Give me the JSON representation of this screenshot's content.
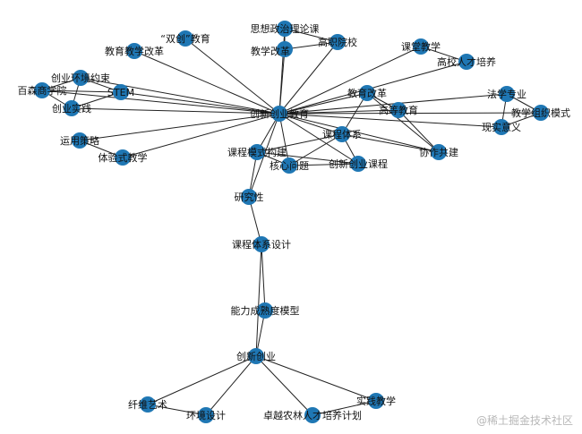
{
  "network": {
    "nodes": [
      {
        "id": "core",
        "label": "创新创业教育"
      },
      {
        "id": "shuangchuang",
        "label": "“双创”教育"
      },
      {
        "id": "sizheng",
        "label": "思想政治理论课"
      },
      {
        "id": "gaozhi",
        "label": "高职院校"
      },
      {
        "id": "jiaoxuegaige",
        "label": "教学改革"
      },
      {
        "id": "jiaoyujiaoxue",
        "label": "教育教学改革"
      },
      {
        "id": "ketang",
        "label": "课堂教学"
      },
      {
        "id": "rencai",
        "label": "高校人才培养"
      },
      {
        "id": "huanjing",
        "label": "创业环境约束"
      },
      {
        "id": "baisen",
        "label": "百森商学院"
      },
      {
        "id": "stem",
        "label": "STEM"
      },
      {
        "id": "shijian",
        "label": "创业实践"
      },
      {
        "id": "jiaoyugaige",
        "label": "教育改革"
      },
      {
        "id": "faxue",
        "label": "法学专业"
      },
      {
        "id": "gaodeng",
        "label": "高等教育"
      },
      {
        "id": "zuhe",
        "label": "教学组织模式"
      },
      {
        "id": "xianshi",
        "label": "现实意义"
      },
      {
        "id": "yunyong",
        "label": "运用策略"
      },
      {
        "id": "tiyan",
        "label": "体验式教学"
      },
      {
        "id": "kechengtixi",
        "label": "课程体系"
      },
      {
        "id": "moshi",
        "label": "课程模式构建"
      },
      {
        "id": "hexin",
        "label": "核心问题"
      },
      {
        "id": "chuangxinkecheng",
        "label": "创新创业课程"
      },
      {
        "id": "xiezuo",
        "label": "协作共建"
      },
      {
        "id": "yanjiu",
        "label": "研究性"
      },
      {
        "id": "sheji",
        "label": "课程体系设计"
      },
      {
        "id": "nengli",
        "label": "能力成熟度模型"
      },
      {
        "id": "chuangye",
        "label": "创新创业"
      },
      {
        "id": "xianwei",
        "label": "纤维艺术"
      },
      {
        "id": "huanjingsheji",
        "label": "环境设计"
      },
      {
        "id": "zhuoyue",
        "label": "卓越农林人才培养计划"
      },
      {
        "id": "shijianjiaoxue",
        "label": "实践教学"
      }
    ],
    "edges": [
      [
        "core",
        "shuangchuang"
      ],
      [
        "core",
        "sizheng"
      ],
      [
        "core",
        "gaozhi"
      ],
      [
        "core",
        "jiaoxuegaige"
      ],
      [
        "core",
        "jiaoyujiaoxue"
      ],
      [
        "core",
        "ketang"
      ],
      [
        "core",
        "rencai"
      ],
      [
        "core",
        "huanjing"
      ],
      [
        "core",
        "baisen"
      ],
      [
        "core",
        "stem"
      ],
      [
        "core",
        "shijian"
      ],
      [
        "core",
        "jiaoyugaige"
      ],
      [
        "core",
        "faxue"
      ],
      [
        "core",
        "gaodeng"
      ],
      [
        "core",
        "zuhe"
      ],
      [
        "core",
        "xianshi"
      ],
      [
        "core",
        "yunyong"
      ],
      [
        "core",
        "tiyan"
      ],
      [
        "core",
        "kechengtixi"
      ],
      [
        "core",
        "moshi"
      ],
      [
        "core",
        "hexin"
      ],
      [
        "core",
        "chuangxinkecheng"
      ],
      [
        "core",
        "xiezuo"
      ],
      [
        "core",
        "yanjiu"
      ],
      [
        "sizheng",
        "jiaoxuegaige"
      ],
      [
        "sizheng",
        "gaozhi"
      ],
      [
        "jiaoxuegaige",
        "gaozhi"
      ],
      [
        "ketang",
        "rencai"
      ],
      [
        "huanjing",
        "baisen"
      ],
      [
        "huanjing",
        "stem"
      ],
      [
        "baisen",
        "stem"
      ],
      [
        "baisen",
        "shijian"
      ],
      [
        "stem",
        "shijian"
      ],
      [
        "huanjing",
        "shijian"
      ],
      [
        "yunyong",
        "tiyan"
      ],
      [
        "faxue",
        "zuhe"
      ],
      [
        "faxue",
        "xianshi"
      ],
      [
        "zuhe",
        "xianshi"
      ],
      [
        "jiaoyugaige",
        "gaodeng"
      ],
      [
        "jiaoyugaige",
        "kechengtixi"
      ],
      [
        "jiaoyugaige",
        "xiezuo"
      ],
      [
        "kechengtixi",
        "moshi"
      ],
      [
        "kechengtixi",
        "hexin"
      ],
      [
        "kechengtixi",
        "chuangxinkecheng"
      ],
      [
        "kechengtixi",
        "xiezuo"
      ],
      [
        "moshi",
        "hexin"
      ],
      [
        "hexin",
        "chuangxinkecheng"
      ],
      [
        "moshi",
        "chuangxinkecheng"
      ],
      [
        "gaodeng",
        "xiezuo"
      ],
      [
        "moshi",
        "yanjiu"
      ],
      [
        "yanjiu",
        "sheji"
      ],
      [
        "sheji",
        "nengli"
      ],
      [
        "nengli",
        "chuangye"
      ],
      [
        "sheji",
        "chuangye"
      ],
      [
        "chuangye",
        "xianwei"
      ],
      [
        "chuangye",
        "huanjingsheji"
      ],
      [
        "chuangye",
        "zhuoyue"
      ],
      [
        "chuangye",
        "shijianjiaoxue"
      ],
      [
        "xianwei",
        "huanjingsheji"
      ],
      [
        "zhuoyue",
        "shijianjiaoxue"
      ]
    ]
  },
  "watermark": "@稀土掘金技术社区",
  "colors": {
    "node": "#1f77b4",
    "edge": "#222222"
  }
}
